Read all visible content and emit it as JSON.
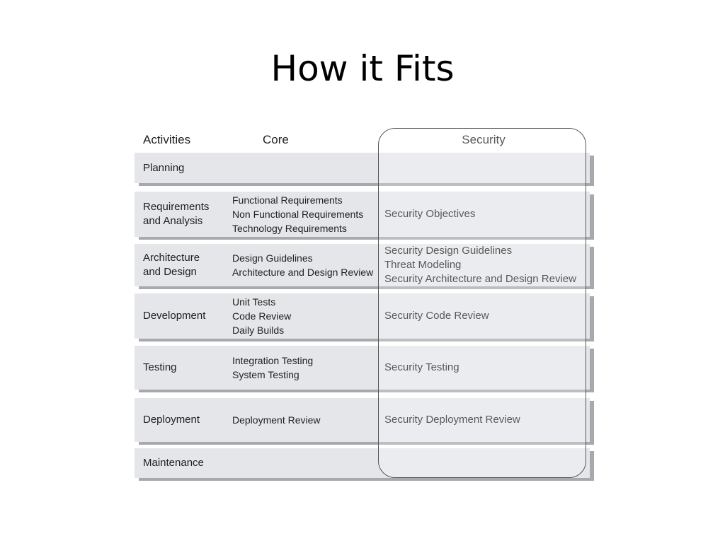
{
  "slide": {
    "title": "How it Fits"
  },
  "headers": {
    "activities": "Activities",
    "core": "Core",
    "security": "Security"
  },
  "rows": [
    {
      "activity": [
        "Planning"
      ],
      "core": [],
      "security": []
    },
    {
      "activity": [
        "Requirements",
        "and Analysis"
      ],
      "core": [
        "Functional Requirements",
        "Non Functional Requirements",
        "Technology Requirements"
      ],
      "security": [
        "Security Objectives"
      ]
    },
    {
      "activity": [
        "Architecture",
        "and Design"
      ],
      "core": [
        "Design Guidelines",
        "Architecture and Design Review"
      ],
      "security": [
        "Security Design Guidelines",
        "Threat Modeling",
        "Security Architecture and Design Review"
      ]
    },
    {
      "activity": [
        "Development"
      ],
      "core": [
        "Unit Tests",
        "Code Review",
        "Daily Builds"
      ],
      "security": [
        "Security Code Review"
      ]
    },
    {
      "activity": [
        "Testing"
      ],
      "core": [
        "Integration Testing",
        "System Testing"
      ],
      "security": [
        "Security Testing"
      ]
    },
    {
      "activity": [
        "Deployment"
      ],
      "core": [
        "Deployment Review"
      ],
      "security": [
        "Security Deployment Review"
      ]
    },
    {
      "activity": [
        "Maintenance"
      ],
      "core": [],
      "security": []
    }
  ]
}
